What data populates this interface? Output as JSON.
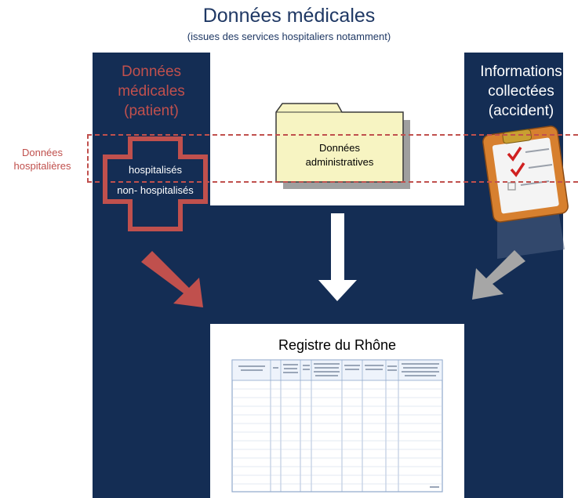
{
  "header": {
    "title": "Données médicales",
    "subtitle": "(issues des services hospitaliers notamment)"
  },
  "left_panel": {
    "title_lines": [
      "Données",
      "médicales",
      "(patient)"
    ],
    "cross_items": [
      "hospitalisés",
      "non- hospitalisés"
    ]
  },
  "right_panel": {
    "title_lines": [
      "Informations",
      "collectées",
      "(accident)"
    ]
  },
  "hospital_band": {
    "label_lines": [
      "Données",
      "hospitalières"
    ]
  },
  "folder": {
    "label_lines": [
      "Données",
      "administratives"
    ]
  },
  "registry": {
    "title": "Registre du Rhône"
  },
  "colors": {
    "navy": "#142d54",
    "title_blue": "#1f3864",
    "red": "#c0504d",
    "folder_yellow": "#f7f4c2",
    "clipboard_orange": "#d7802f"
  },
  "icons": [
    "folder-icon",
    "medical-cross-icon",
    "clipboard-icon",
    "arrow-down-icon",
    "arrow-diagonal-icon",
    "register-form-icon"
  ]
}
